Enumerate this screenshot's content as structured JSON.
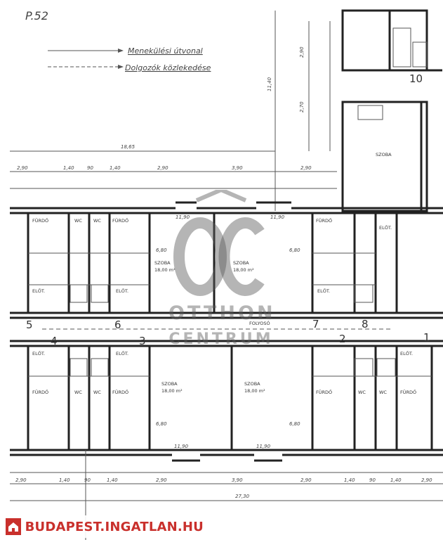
{
  "corner_mark": "P.52",
  "legend": {
    "escape": "Menekülési útvonal",
    "staff": "Dolgozók közlekedése"
  },
  "dimensions": {
    "top_overall": "18,65",
    "right_height": "11,40",
    "bottom_overall": "27,30",
    "top_row": [
      "2,90",
      "1,40",
      "90",
      "1,40",
      "2,90",
      "3,90",
      "2,90"
    ],
    "right_top": "2,90",
    "right_mid": "2,70",
    "bottom_row": [
      "2,90",
      "1,40",
      "90",
      "1,40",
      "2,90",
      "3,90",
      "2,90",
      "1,40",
      "90",
      "1,40",
      "2,90"
    ],
    "win_left": "11,90",
    "win_right": "11,90",
    "win_mid": "6,80"
  },
  "room_labels": {
    "bath": "FÜRDŐ",
    "wc": "WC",
    "anteroom": "ELŐT.",
    "room": "SZOBA",
    "corridor": "FOLYOSÓ",
    "room_area": "18,00 m²"
  },
  "room_numbers": [
    "1",
    "2",
    "3",
    "4",
    "5",
    "6",
    "7",
    "8",
    "10"
  ],
  "watermark": {
    "top": "OTTHON",
    "bottom": "CENTRUM"
  },
  "badge": {
    "text": "BUDAPEST.INGATLAN.HU",
    "icon": "house-icon"
  }
}
